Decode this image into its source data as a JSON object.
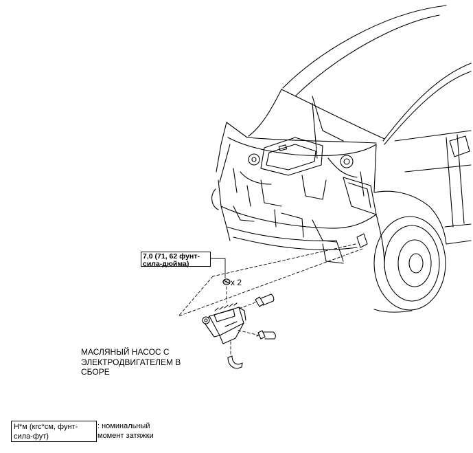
{
  "torque_callout": {
    "line1": "7,0 (71, 62 фунт-",
    "line2": "сила-дюйма)"
  },
  "quantity": "x 2",
  "part_label": {
    "line1": "МАСЛЯНЫЙ НАСОС С",
    "line2": "ЭЛЕКТРОДВИГАТЕЛЕМ В",
    "line3": "СБОРЕ"
  },
  "legend": {
    "unit_line1": "Н*м (кгс*см, фунт-",
    "unit_line2": "сила-фут)",
    "desc_line1": ": номинальный",
    "desc_line2": "момент затяжки"
  },
  "icons": [
    "vehicle-front-illustration",
    "bolt-icon",
    "oil-pump-motor-assembly",
    "hose-connector",
    "clamp"
  ]
}
